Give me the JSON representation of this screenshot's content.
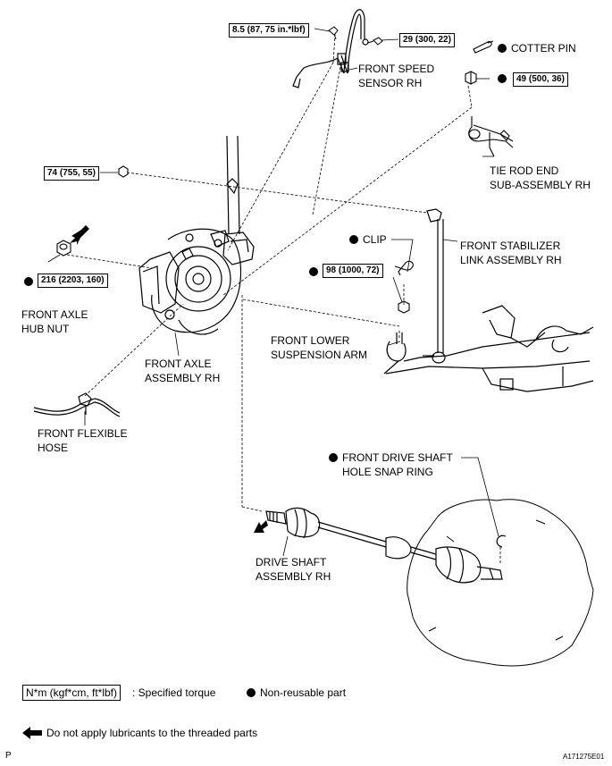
{
  "torques": {
    "speed_sensor_bolt": "8.5 (87, 75 in.*lbf)",
    "sensor_clamp_bolt": "29 (300, 22)",
    "tie_rod_nut": "49 (500, 36)",
    "stabilizer_nut": "74 (755, 55)",
    "hub_nut": "216 (2203, 160)",
    "lower_arm_nut": "98 (1000, 72)"
  },
  "labels": {
    "cotter_pin": "COTTER PIN",
    "speed_sensor_1": "FRONT SPEED",
    "speed_sensor_2": "SENSOR RH",
    "tie_rod_1": "TIE ROD END",
    "tie_rod_2": "SUB-ASSEMBLY RH",
    "clip": "CLIP",
    "stabilizer_1": "FRONT STABILIZER",
    "stabilizer_2": "LINK ASSEMBLY RH",
    "hub_nut_1": "FRONT AXLE",
    "hub_nut_2": "HUB NUT",
    "lower_arm_1": "FRONT LOWER",
    "lower_arm_2": "SUSPENSION ARM",
    "axle_assy_1": "FRONT AXLE",
    "axle_assy_2": "ASSEMBLY RH",
    "flex_hose_1": "FRONT FLEXIBLE",
    "flex_hose_2": "HOSE",
    "snap_ring_1": "FRONT DRIVE SHAFT",
    "snap_ring_2": "HOLE SNAP RING",
    "drive_shaft_1": "DRIVE SHAFT",
    "drive_shaft_2": "ASSEMBLY RH"
  },
  "legend": {
    "torque_box": "N*m (kgf*cm, ft*lbf)",
    "torque_text": ": Specified torque",
    "nonreusable_text": "Non-reusable part",
    "arrow_text": "Do not apply lubricants to the threaded parts"
  },
  "footer": {
    "left": "P",
    "right": "A171275E01"
  }
}
